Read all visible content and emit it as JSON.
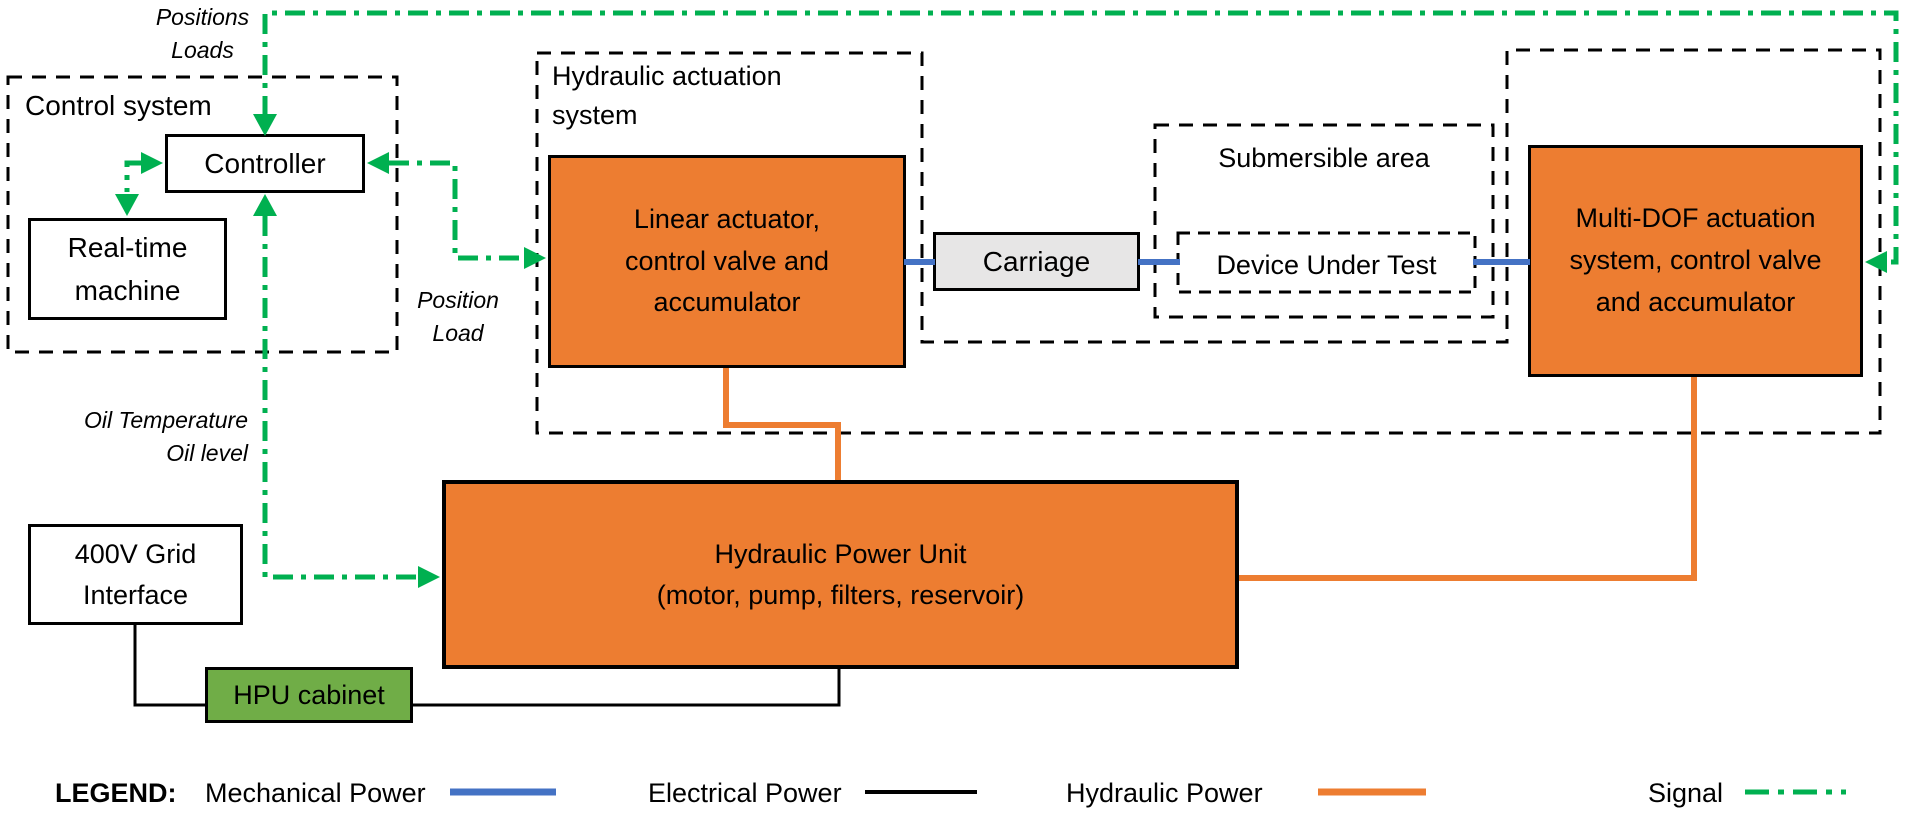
{
  "groups": {
    "control_system": {
      "label": "Control system"
    },
    "hydraulic_actuation": {
      "label": "Hydraulic actuation\nsystem"
    },
    "submersible_area": {
      "label": "Submersible area"
    }
  },
  "boxes": {
    "controller": {
      "label": "Controller"
    },
    "realtime_machine": {
      "label": "Real-time\nmachine"
    },
    "linear_actuator": {
      "label": "Linear actuator,\ncontrol valve and\naccumulator"
    },
    "carriage": {
      "label": "Carriage"
    },
    "device_under_test": {
      "label": "Device Under Test"
    },
    "multi_dof": {
      "label": "Multi-DOF actuation\nsystem, control valve\nand accumulator"
    },
    "hpu": {
      "label": "Hydraulic Power Unit\n(motor, pump, filters, reservoir)"
    },
    "grid_interface": {
      "label": "400V Grid\nInterface"
    },
    "hpu_cabinet": {
      "label": "HPU cabinet"
    }
  },
  "signal_labels": {
    "positions_loads": "Positions\nLoads",
    "position_load": "Position\nLoad",
    "oil": "Oil Temperature\nOil level"
  },
  "legend": {
    "title": "LEGEND:",
    "items": [
      {
        "label": "Mechanical Power",
        "style": "solid",
        "color": "#4472C4"
      },
      {
        "label": "Electrical Power",
        "style": "solid",
        "color": "#000000"
      },
      {
        "label": "Hydraulic Power",
        "style": "solid",
        "color": "#ED7D31"
      },
      {
        "label": "Signal",
        "style": "dash-dot",
        "color": "#00B050"
      }
    ]
  },
  "colors": {
    "hydraulic_orange": "#ED7D31",
    "cabinet_green": "#70AD47",
    "signal_green": "#00B050",
    "mechanical_blue": "#4472C4",
    "carriage_gray": "#E7E6E6"
  }
}
